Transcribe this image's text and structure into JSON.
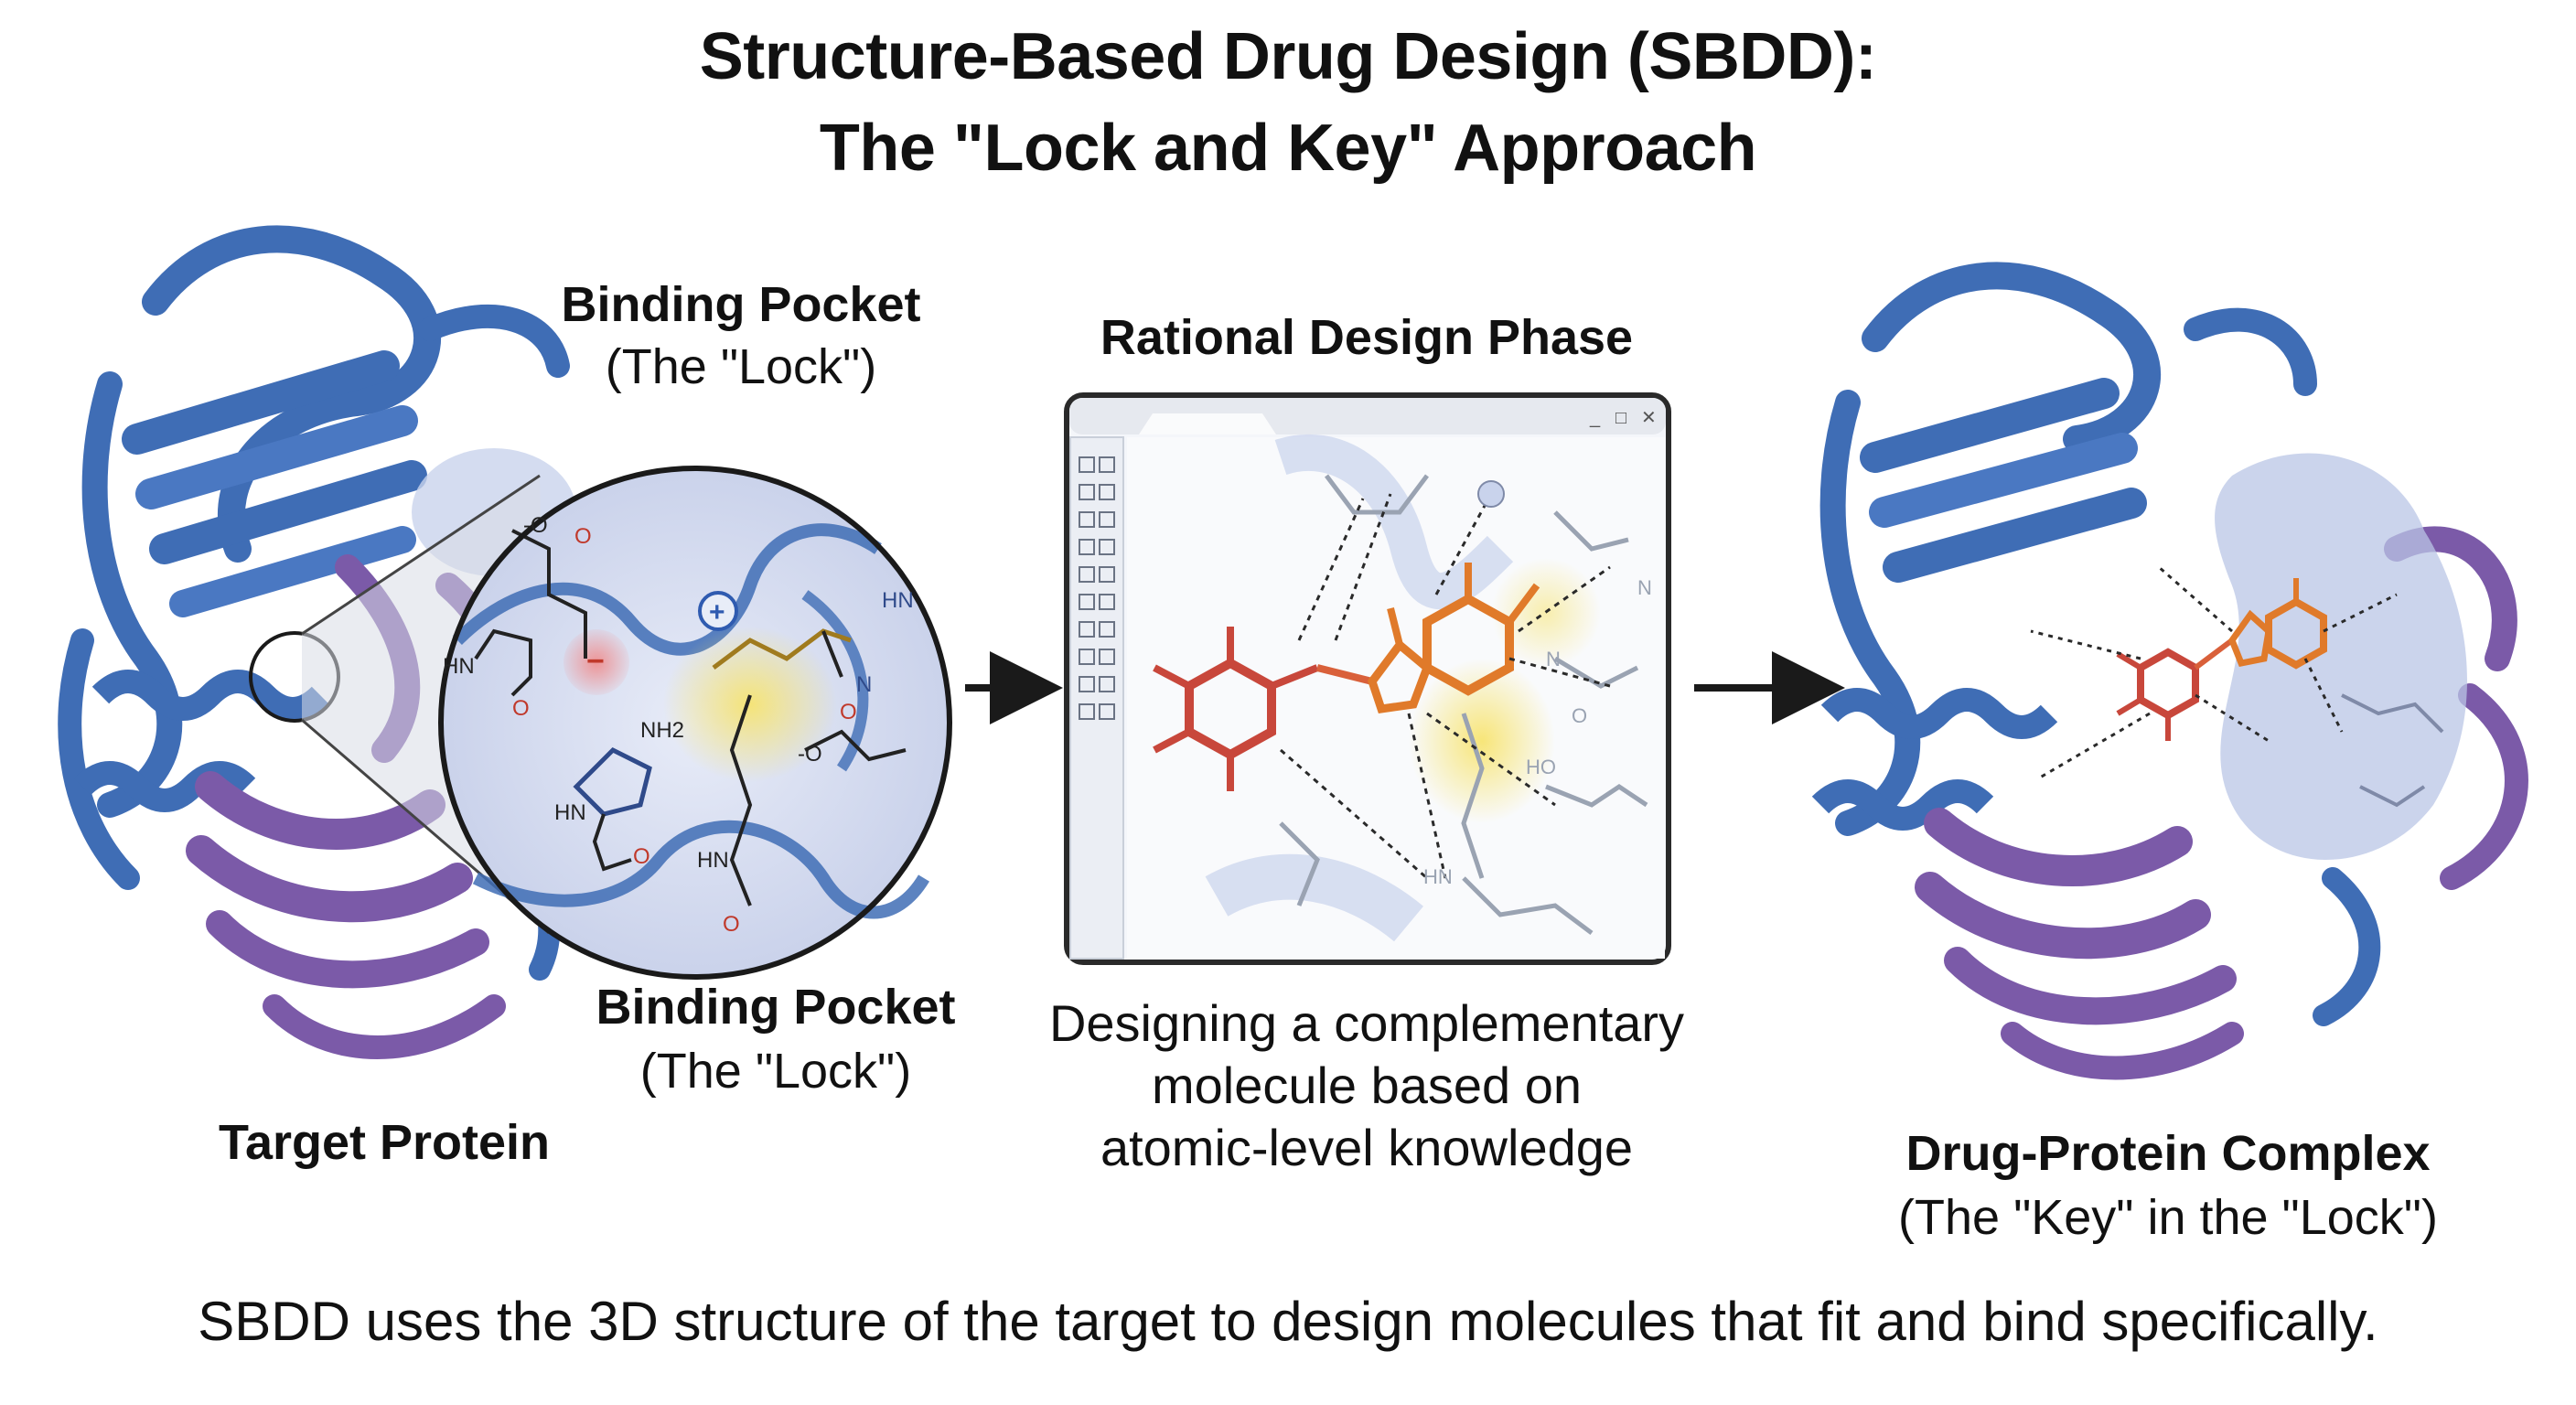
{
  "title": {
    "line1": "Structure-Based Drug Design (SBDD):",
    "line2": "The \"Lock and Key\" Approach"
  },
  "left_panel": {
    "target_label": "Target Protein",
    "pocket_top_title": "Binding Pocket",
    "pocket_top_sub": "(The \"Lock\")",
    "pocket_bottom_title": "Binding Pocket",
    "pocket_bottom_sub": "(The \"Lock\")",
    "chem_labels": [
      "-O",
      "O",
      "HN",
      "O",
      "NH2",
      "HN",
      "O",
      "-O",
      "O",
      "HN",
      "O",
      "N",
      "HN"
    ],
    "charges": {
      "negative": "−",
      "positive": "+"
    }
  },
  "middle_panel": {
    "phase_title": "Rational Design Phase",
    "caption_line1": "Designing a complementary",
    "caption_line2": "molecule based on",
    "caption_line3": "atomic-level knowledge",
    "window_controls": [
      "_",
      "□",
      "✕"
    ],
    "chem_labels": [
      "HO",
      "O",
      "HN",
      "N",
      "N"
    ]
  },
  "right_panel": {
    "complex_title": "Drug-Protein Complex",
    "complex_sub": "(The \"Key\" in the \"Lock\")"
  },
  "footer": {
    "summary": "SBDD uses the 3D structure of the target to design molecules that fit and bind specifically."
  },
  "colors": {
    "protein_blue": "#3f6db5",
    "protein_purple": "#7b5aa8",
    "pocket_fill": "#c9d3ec",
    "ligand_red": "#c8473b",
    "ligand_orange": "#e07a2a",
    "highlight_yellow": "#f5dd5a"
  }
}
